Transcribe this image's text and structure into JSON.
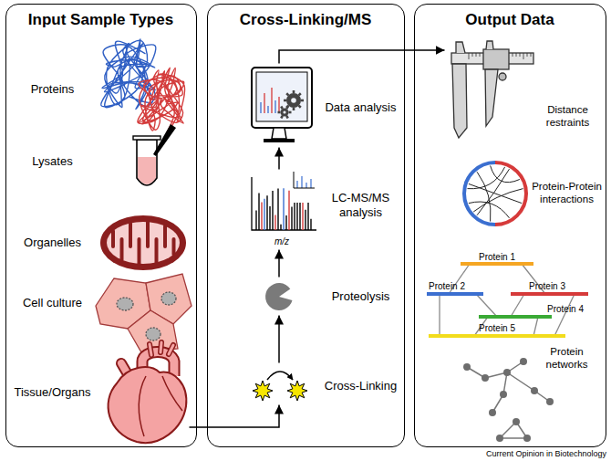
{
  "diagram": {
    "nodes": [
      {
        "text": [
          "Input Sample Types"
        ]
      },
      {
        "text": [
          "Proteins"
        ],
        "in": 0
      },
      {
        "text": [
          "Lysates"
        ],
        "in": 0
      },
      {
        "text": [
          "Organelles"
        ],
        "in": 0
      },
      {
        "text": [
          "Cell culture"
        ],
        "in": 0
      },
      {
        "text": [
          "Tissue/Organs"
        ],
        "in": 0
      },
      {
        "text": [
          "Cross-Linking/MS"
        ]
      },
      {
        "text": [
          "Data analysis"
        ],
        "in": 6
      },
      {
        "text": [
          "LC-MS/MS analysis"
        ],
        "in": 6
      },
      {
        "text": [
          "Proteolysis"
        ],
        "in": 6
      },
      {
        "text": [
          "Cross-Linking"
        ],
        "in": 6
      },
      {
        "text": [
          "Output Data"
        ]
      },
      {
        "text": [
          "Distance restraints"
        ],
        "in": 11
      },
      {
        "text": [
          "Protein-Protein interactions"
        ],
        "in": 11
      },
      {
        "text": [
          "Protein networks"
        ],
        "in": 11
      }
    ],
    "edges": [
      {
        "from": 5,
        "to": 10,
        "arrow": "to"
      },
      {
        "from": 10,
        "to": 9,
        "arrow": "to"
      },
      {
        "from": 9,
        "to": 8,
        "arrow": "to"
      },
      {
        "from": 8,
        "to": 7,
        "arrow": "to"
      },
      {
        "from": 7,
        "to": 12,
        "arrow": "to"
      }
    ],
    "labels": [
      "m/z",
      "Protein 1",
      "Protein 2",
      "Protein 3",
      "Protein 4",
      "Protein 5",
      "Current Opinion in Biotechnology"
    ]
  }
}
